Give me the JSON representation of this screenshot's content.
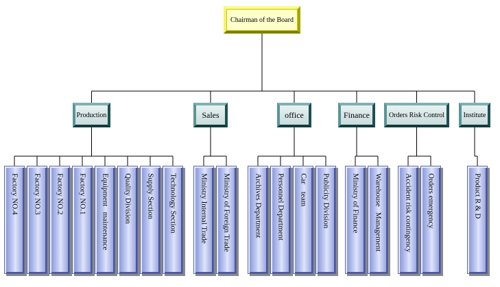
{
  "root": {
    "label": "Chairman of the Board"
  },
  "departments": [
    {
      "key": "production",
      "label": "Production",
      "units": [
        "Factory NO.4",
        "Factory NO.3",
        "Factory NO.2",
        "Factory NO.1",
        "Equipment   maintenance",
        "Quality Division",
        "Supply Section",
        "Technology Section"
      ]
    },
    {
      "key": "sales",
      "label": "Sales",
      "units": [
        "Ministry Internal Trade",
        "Ministry of Foreign Trade"
      ]
    },
    {
      "key": "office",
      "label": "office",
      "units": [
        "Archives Department",
        "Personnel Department",
        "Car    team",
        "Publicity Division"
      ]
    },
    {
      "key": "finance",
      "label": "Finance",
      "units": [
        "Ministry of Finance",
        "Warehouse   Management"
      ]
    },
    {
      "key": "orders",
      "label": "Orders Risk Control",
      "units": [
        "Accident risk contingency",
        "Orders emergency"
      ]
    },
    {
      "key": "institute",
      "label": "Institute",
      "units": [
        "Product R & D"
      ]
    }
  ]
}
